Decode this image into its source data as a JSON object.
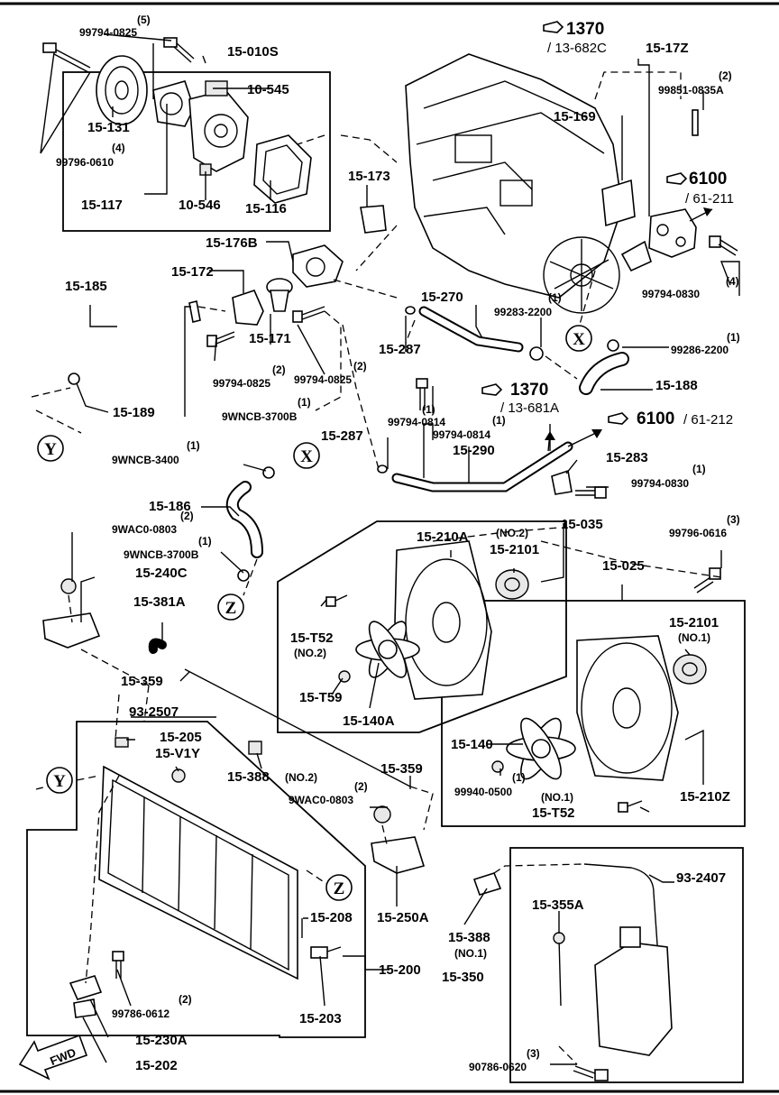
{
  "labels": {
    "l_99794_0825_top": "99794-0825",
    "l_99794_0825_top_q": "(5)",
    "l_15_010S": "15-010S",
    "l_10_545": "10-545",
    "l_15_131": "15-131",
    "l_99796_0610_q": "(4)",
    "l_99796_0610": "99796-0610",
    "l_15_117": "15-117",
    "l_10_546": "10-546",
    "l_15_116": "15-116",
    "l_1370_a": "1370",
    "l_1370_a_ref": "/ 13-682C",
    "l_15_17Z": "15-17Z",
    "l_99851_q": "(2)",
    "l_99851": "99851-0835A",
    "l_15_169": "15-169",
    "l_6100_a": "6100",
    "l_6100_a_ref": "/ 61-211",
    "l_15_173": "15-173",
    "l_15_176B": "15-176B",
    "l_15_172": "15-172",
    "l_15_185": "15-185",
    "l_15_270": "15-270",
    "l_99283_q": "(1)",
    "l_99283": "99283-2200",
    "l_99794_0830_q": "(4)",
    "l_99794_0830": "99794-0830",
    "l_15_171": "15-171",
    "l_15_287_a": "15-287",
    "l_99286_q": "(1)",
    "l_99286": "99286-2200",
    "l_99794_0825_b_q": "(2)",
    "l_99794_0825_b": "99794-0825",
    "l_99794_0825_c_q": "(2)",
    "l_99794_0825_c": "99794-0825",
    "l_15_188": "15-188",
    "l_15_189": "15-189",
    "l_9WNCB_3700B_a_q": "(1)",
    "l_9WNCB_3700B_a": "9WNCB-3700B",
    "l_1370_b": "1370",
    "l_1370_b_ref": "/ 13-681A",
    "l_99794_0814_a_q": "(1)",
    "l_99794_0814_a": "99794-0814",
    "l_99794_0814_b_q": "(1)",
    "l_99794_0814_b": "99794-0814",
    "l_6100_b": "6100",
    "l_6100_b_ref": "/ 61-212",
    "l_15_287_b": "15-287",
    "l_15_290": "15-290",
    "l_15_283": "15-283",
    "l_9WNCB_3400_q": "(1)",
    "l_9WNCB_3400": "9WNCB-3400",
    "l_99794_0830_b_q": "(1)",
    "l_99794_0830_b": "99794-0830",
    "l_15_186": "15-186",
    "l_9WAC0_0803_a_q": "(2)",
    "l_9WAC0_0803_a": "9WAC0-0803",
    "l_15_210A": "15-210A",
    "l_no2_a": "(NO.2)",
    "l_15_2101_a": "15-2101",
    "l_15_035": "15-035",
    "l_99796_0616_q": "(3)",
    "l_99796_0616": "99796-0616",
    "l_9WNCB_3700B_b_q": "(1)",
    "l_9WNCB_3700B_b": "9WNCB-3700B",
    "l_15_240C": "15-240C",
    "l_15_025": "15-025",
    "l_15_381A": "15-381A",
    "l_15_T52_a": "15-T52",
    "l_no2_b": "(NO.2)",
    "l_15_2101_b": "15-2101",
    "l_no1_a": "(NO.1)",
    "l_15_359_a": "15-359",
    "l_15_T59": "15-T59",
    "l_15_140A": "15-140A",
    "l_93_2507": "93-2507",
    "l_15_140": "15-140",
    "l_15_205": "15-205",
    "l_15_V1Y": "15-V1Y",
    "l_15_388_a": "15-388",
    "l_no2_c": "(NO.2)",
    "l_15_359_b": "15-359",
    "l_99940_q": "(1)",
    "l_99940": "99940-0500",
    "l_no1_b": "(NO.1)",
    "l_15_210Z": "15-210Z",
    "l_9WAC0_0803_b_q": "(2)",
    "l_9WAC0_0803_b": "9WAC0-0803",
    "l_15_T52_b": "15-T52",
    "l_93_2407": "93-2407",
    "l_15_355A": "15-355A",
    "l_15_208": "15-208",
    "l_15_250A": "15-250A",
    "l_15_388_b": "15-388",
    "l_no1_c": "(NO.1)",
    "l_15_200": "15-200",
    "l_15_350": "15-350",
    "l_99786_q": "(2)",
    "l_99786": "99786-0612",
    "l_15_203": "15-203",
    "l_15_230A": "15-230A",
    "l_15_202": "15-202",
    "l_90786_q": "(3)",
    "l_90786": "90786-0620",
    "fwd": "FWD"
  },
  "connectors": {
    "x": "X",
    "y": "Y",
    "z": "Z"
  }
}
